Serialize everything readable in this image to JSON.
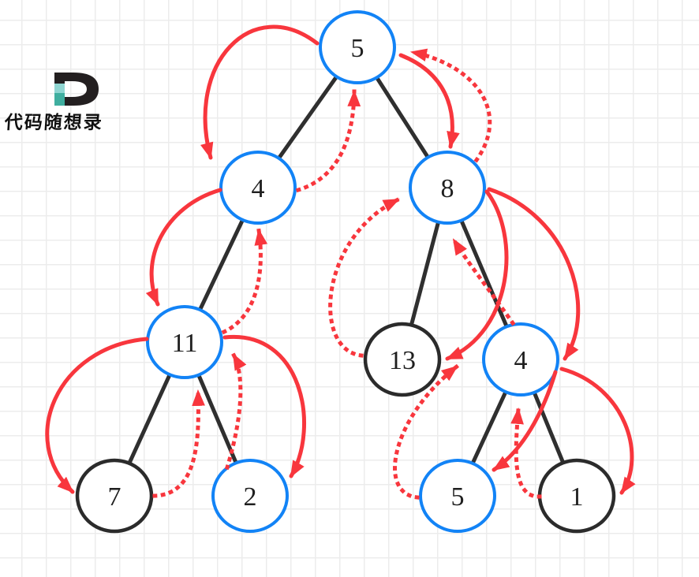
{
  "logo": {
    "brand_letter": "D",
    "brand_text": "代码随想录",
    "ink": "#231f20",
    "teal_light": "#8fd5d1",
    "teal_dark": "#3fae9f"
  },
  "colors": {
    "node_blue": "#1283f6",
    "node_black": "#2b2b2b",
    "edge": "#2f2f2f",
    "arrow_red": "#f8363d",
    "label": "#1f1f1f",
    "grid": "#ececec"
  },
  "tree": {
    "nodes": [
      {
        "id": "n5root",
        "value": "5",
        "style": "blue"
      },
      {
        "id": "n4l",
        "value": "4",
        "style": "blue"
      },
      {
        "id": "n8",
        "value": "8",
        "style": "blue"
      },
      {
        "id": "n11",
        "value": "11",
        "style": "blue"
      },
      {
        "id": "n7",
        "value": "7",
        "style": "black"
      },
      {
        "id": "n2",
        "value": "2",
        "style": "blue"
      },
      {
        "id": "n13",
        "value": "13",
        "style": "black"
      },
      {
        "id": "n4r",
        "value": "4",
        "style": "blue"
      },
      {
        "id": "n5b",
        "value": "5",
        "style": "blue"
      },
      {
        "id": "n1",
        "value": "1",
        "style": "black"
      }
    ],
    "edges": [
      {
        "from": "n5root",
        "to": "n4l"
      },
      {
        "from": "n5root",
        "to": "n8"
      },
      {
        "from": "n4l",
        "to": "n11"
      },
      {
        "from": "n11",
        "to": "n7"
      },
      {
        "from": "n11",
        "to": "n2"
      },
      {
        "from": "n8",
        "to": "n13"
      },
      {
        "from": "n8",
        "to": "n4r"
      },
      {
        "from": "n4r",
        "to": "n5b"
      },
      {
        "from": "n4r",
        "to": "n1"
      }
    ],
    "call_arrows_solid": [
      {
        "from": "n5root",
        "to": "n4l"
      },
      {
        "from": "n4l",
        "to": "n11"
      },
      {
        "from": "n11",
        "to": "n7"
      },
      {
        "from": "n11",
        "to": "n2"
      },
      {
        "from": "n5root",
        "to": "n8"
      },
      {
        "from": "n8",
        "to": "n13"
      },
      {
        "from": "n8",
        "to": "n4r"
      },
      {
        "from": "n4r",
        "to": "n5b"
      },
      {
        "from": "n4r",
        "to": "n1"
      }
    ],
    "return_arrows_dotted": [
      {
        "from": "n7",
        "to": "n11"
      },
      {
        "from": "n2",
        "to": "n11"
      },
      {
        "from": "n11",
        "to": "n4l"
      },
      {
        "from": "n4l",
        "to": "n5root"
      },
      {
        "from": "n8",
        "to": "n5root"
      },
      {
        "from": "n13",
        "to": "n8"
      },
      {
        "from": "n4r",
        "to": "n8"
      },
      {
        "from": "n5b",
        "to": "n4r"
      },
      {
        "from": "n1",
        "to": "n4r"
      }
    ]
  }
}
